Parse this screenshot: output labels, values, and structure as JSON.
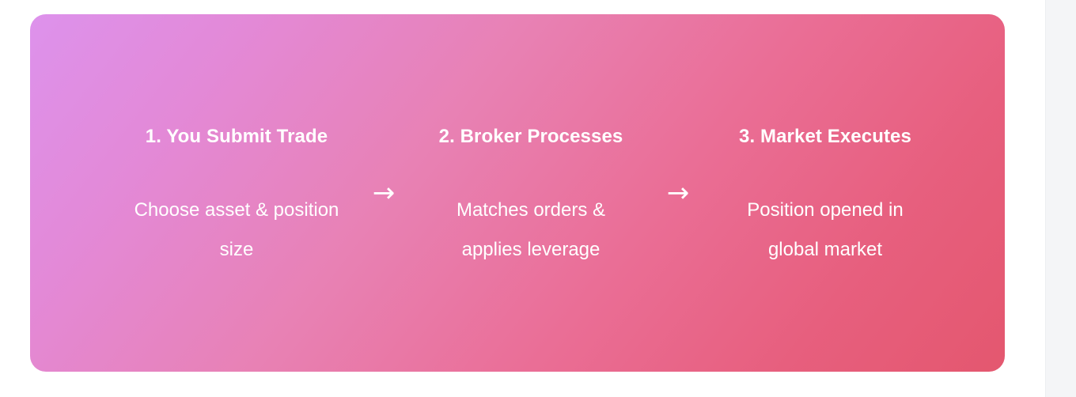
{
  "card": {
    "gradient_start": "#dd92ec",
    "gradient_end": "#e4576f",
    "text_color": "#ffffff"
  },
  "flow": {
    "steps": [
      {
        "title": "1. You Submit Trade",
        "description": "Choose asset & position size"
      },
      {
        "title": "2. Broker Processes",
        "description": "Matches orders & applies leverage"
      },
      {
        "title": "3. Market Executes",
        "description": "Position opened in global market"
      }
    ],
    "connectors": [
      {
        "glyph": "→"
      },
      {
        "glyph": "→"
      }
    ]
  }
}
